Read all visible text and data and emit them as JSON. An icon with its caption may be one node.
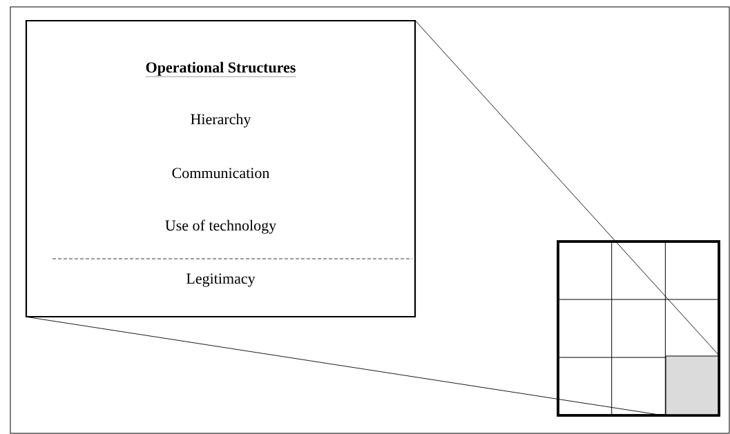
{
  "diagram": {
    "nodes": [
      {
        "text": [
          "Operational Structures",
          "Hierarchy",
          "Communication",
          "Use of technology",
          "Legitimacy"
        ]
      },
      {
        "text": [],
        "shape": "box"
      },
      {
        "text": [],
        "shape": "box",
        "in": 1
      }
    ],
    "edges": [
      {
        "from": 0,
        "to": 2,
        "arrow": "none"
      },
      {
        "from": 0,
        "to": 2,
        "arrow": "none"
      }
    ]
  }
}
